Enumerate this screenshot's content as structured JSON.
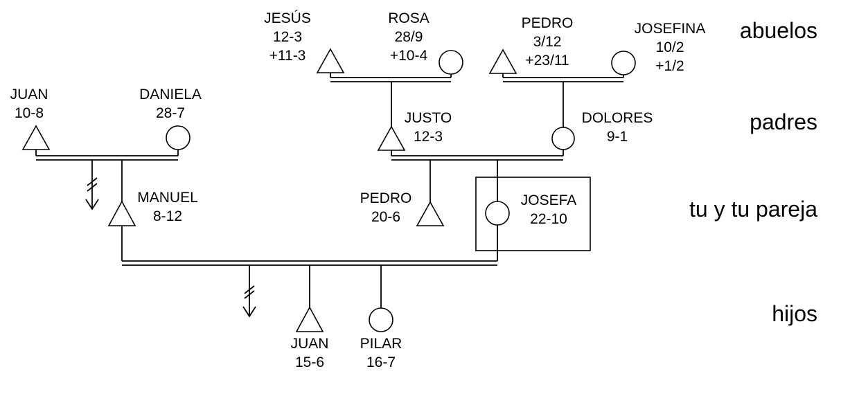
{
  "diagram_type": "genogram-family-tree",
  "colors": {
    "line": "#000000",
    "background": "#ffffff",
    "text": "#000000"
  },
  "generations": {
    "abuelos": "abuelos",
    "padres": "padres",
    "pareja": "tu y tu pareja",
    "hijos": "hijos"
  },
  "persons": {
    "jesus": {
      "name": "JESÚS",
      "birth": "12-3",
      "death": "+11-3",
      "symbol": "triangle-male"
    },
    "rosa": {
      "name": "ROSA",
      "birth": "28/9",
      "death": "+10-4",
      "symbol": "circle-female"
    },
    "pedro_abuelo": {
      "name": "PEDRO",
      "birth": "3/12",
      "death": "+23/11",
      "symbol": "triangle-male"
    },
    "josefina": {
      "name": "JOSEFINA",
      "birth": "10/2",
      "death": "+1/2",
      "symbol": "circle-female"
    },
    "juan_padre": {
      "name": "JUAN",
      "birth": "10-8",
      "symbol": "triangle-male"
    },
    "daniela": {
      "name": "DANIELA",
      "birth": "28-7",
      "symbol": "circle-female"
    },
    "justo": {
      "name": "JUSTO",
      "birth": "12-3",
      "symbol": "triangle-male"
    },
    "dolores": {
      "name": "DOLORES",
      "birth": "9-1",
      "symbol": "circle-female"
    },
    "manuel": {
      "name": "MANUEL",
      "birth": "8-12",
      "symbol": "triangle-male"
    },
    "pedro_pareja": {
      "name": "PEDRO",
      "birth": "20-6",
      "symbol": "triangle-male"
    },
    "josefa": {
      "name": "JOSEFA",
      "birth": "22-10",
      "symbol": "circle-female-boxed"
    },
    "juan_hijo": {
      "name": "JUAN",
      "birth": "15-6",
      "symbol": "triangle-male"
    },
    "pilar": {
      "name": "PILAR",
      "birth": "16-7",
      "symbol": "circle-female"
    }
  }
}
